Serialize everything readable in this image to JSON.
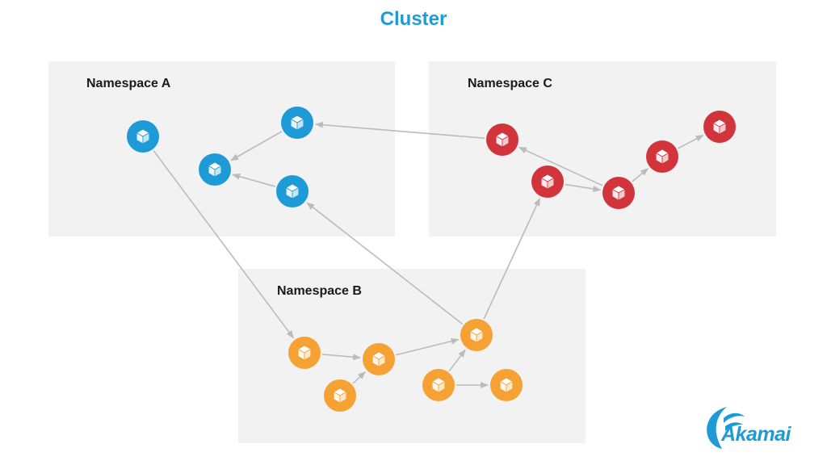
{
  "title": "Cluster",
  "namespaces": {
    "a": {
      "label": "Namespace A"
    },
    "b": {
      "label": "Namespace B"
    },
    "c": {
      "label": "Namespace C"
    }
  },
  "colors": {
    "title": "#1e9bd7",
    "namespace_a": "#1e9bd7",
    "namespace_b": "#f5a133",
    "namespace_c": "#d2343c",
    "edge": "#bbbbbb",
    "box": "#f2f2f2",
    "logo": "#1e9bd7"
  },
  "node_icon": "cube-icon",
  "logo": {
    "text": "Akamai",
    "icon": "akamai-wave-icon"
  }
}
